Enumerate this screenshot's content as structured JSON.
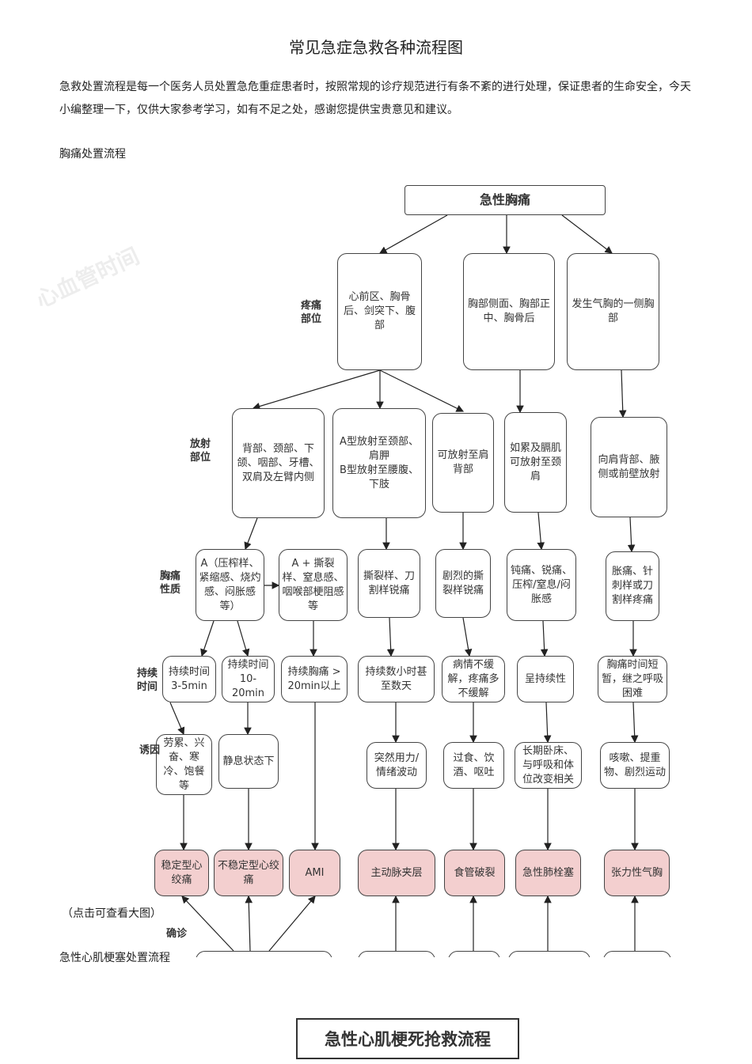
{
  "title": "常见急症急救各种流程图",
  "intro": "急救处置流程是每一个医务人员处置急危重症患者时，按照常规的诊疗规范进行有条不紊的进行处理，保证患者的生命安全，今天小编整理一下，仅供大家参考学习，如有不足之处，感谢您提供宝贵意见和建议。",
  "section1": "胸痛处置流程",
  "caption": "（点击可查看大图）",
  "section2": "急性心肌梗塞处置流程",
  "chart2_title": "急性心肌梗死抢救流程",
  "flow": {
    "root": "急性胸痛",
    "row_labels": [
      "疼痛部位",
      "放射部位",
      "胸痛性质",
      "持续时间",
      "诱因",
      "确诊"
    ],
    "location": [
      "心前区、胸骨后、剑突下、腹部",
      "胸部侧面、胸部正中、胸骨后",
      "发生气胸的一侧胸部"
    ],
    "radiation": [
      "背部、颈部、下颌、咽部、牙槽、双肩及左臂内侧",
      "A型放射至颈部、肩胛\nB型放射至腰腹、下肢",
      "可放射至肩背部",
      "如累及膈肌可放射至颈肩",
      "向肩背部、腋侧或前壁放射"
    ],
    "nature": [
      "A（压榨样、紧缩感、烧灼感、闷胀感等）",
      "A + 撕裂样、窒息感、咽喉部梗阻感等",
      "撕裂样、刀割样锐痛",
      "剧烈的撕裂样锐痛",
      "钝痛、锐痛、压榨/窒息/闷胀感",
      "胀痛、针刺样或刀割样疼痛"
    ],
    "duration": [
      "持续时间3-5min",
      "持续时间10-20min",
      "持续胸痛 > 20min以上",
      "持续数小时甚至数天",
      "病情不缓解，疼痛多不缓解",
      "呈持续性",
      "胸痛时间短暂，继之呼吸困难"
    ],
    "trigger": [
      "劳累、兴奋、寒冷、饱餐等",
      "静息状态下",
      "突然用力/情绪波动",
      "过食、饮酒、呕吐",
      "长期卧床、与呼吸和体位改变相关",
      "咳嗽、提重物、剧烈运动"
    ],
    "diagnosis": [
      "稳定型心绞痛",
      "不稳定型心绞痛",
      "AMI",
      "主动脉夹层",
      "食管破裂",
      "急性肺栓塞",
      "张力性气胸"
    ],
    "watermark": "心血管时间",
    "dx_color": "#f3cfcf"
  }
}
